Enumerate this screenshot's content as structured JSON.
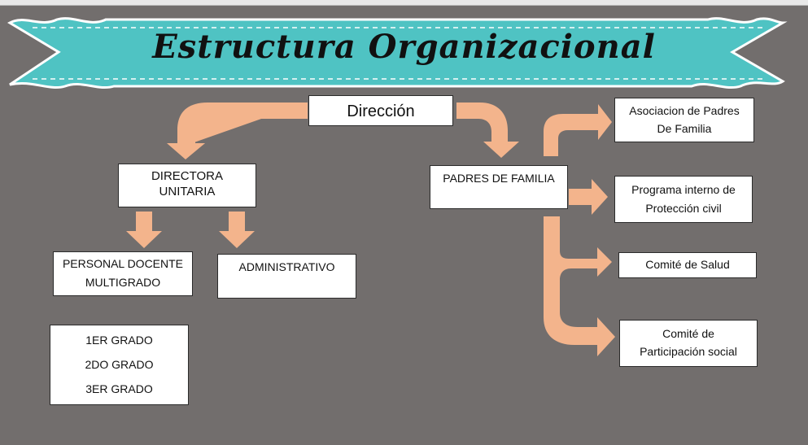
{
  "title": "Estructura Organizacional",
  "colors": {
    "background": "#726e6d",
    "banner": "#4fc3c3",
    "arrow": "#f3b48c",
    "box": "#ffffff"
  },
  "nodes": {
    "direccion": "Dirección",
    "directora": [
      "DIRECTORA",
      "UNITARIA"
    ],
    "padres": "PADRES DE FAMILIA",
    "personal": [
      "PERSONAL DOCENTE",
      "MULTIGRADO"
    ],
    "administrativo": "ADMINISTRATIVO",
    "grados": [
      "1ER GRADO",
      "2DO GRADO",
      "3ER GRADO"
    ],
    "asociacion": [
      "Asociacion de Padres",
      "De Familia"
    ],
    "programa": [
      "Programa interno de",
      "Protección civil"
    ],
    "salud": "Comité de Salud",
    "participacion": [
      "Comité de",
      "Participación social"
    ]
  }
}
